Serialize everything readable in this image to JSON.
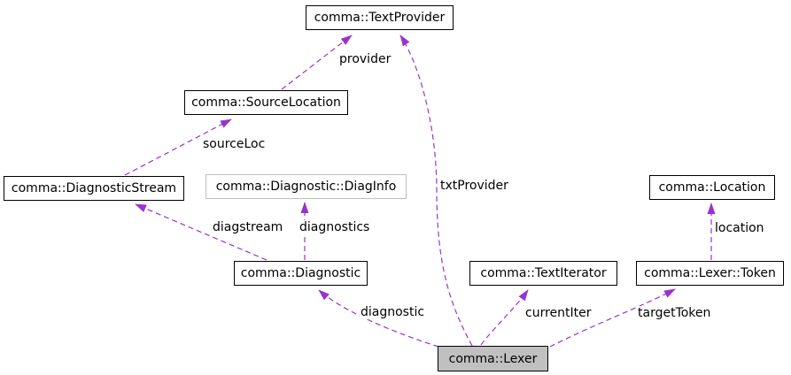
{
  "diagram": {
    "type": "collaboration-graph",
    "colors": {
      "background": "#ffffff",
      "edge": "#9a32cd",
      "node_border": "#000000",
      "undocumented_node_border": "#bebebe",
      "focus_node_fill": "#c0c0c0",
      "text": "#000000"
    }
  },
  "nodes": [
    {
      "label": "comma::TextProvider",
      "style": "linked"
    },
    {
      "label": "comma::SourceLocation",
      "style": "linked"
    },
    {
      "label": "comma::DiagnosticStream",
      "style": "linked"
    },
    {
      "label": "comma::Diagnostic::DiagInfo",
      "style": "undocumented"
    },
    {
      "label": "comma::Location",
      "style": "linked"
    },
    {
      "label": "comma::Diagnostic",
      "style": "linked"
    },
    {
      "label": "comma::TextIterator",
      "style": "linked"
    },
    {
      "label": "comma::Lexer::Token",
      "style": "linked"
    },
    {
      "label": "comma::Lexer",
      "style": "focus"
    }
  ],
  "edges": [
    {
      "label": "provider",
      "from": "comma::SourceLocation",
      "to": "comma::TextProvider"
    },
    {
      "label": "sourceLoc",
      "from": "comma::DiagnosticStream",
      "to": "comma::SourceLocation"
    },
    {
      "label": "diagstream",
      "from": "comma::Diagnostic",
      "to": "comma::DiagnosticStream"
    },
    {
      "label": "diagnostics",
      "from": "comma::Diagnostic",
      "to": "comma::Diagnostic::DiagInfo"
    },
    {
      "label": "txtProvider",
      "from": "comma::Lexer",
      "to": "comma::TextProvider"
    },
    {
      "label": "diagnostic",
      "from": "comma::Lexer",
      "to": "comma::Diagnostic"
    },
    {
      "label": "currentIter",
      "from": "comma::Lexer",
      "to": "comma::TextIterator"
    },
    {
      "label": "targetToken",
      "from": "comma::Lexer",
      "to": "comma::Lexer::Token"
    },
    {
      "label": "location",
      "from": "comma::Lexer::Token",
      "to": "comma::Location"
    }
  ]
}
